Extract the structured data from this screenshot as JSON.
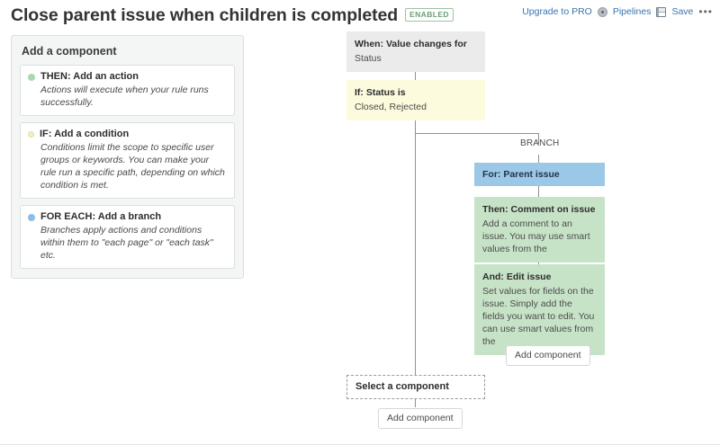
{
  "header": {
    "title": "Close parent issue when children is completed",
    "status_badge": "ENABLED",
    "actions": {
      "upgrade_label": "Upgrade to PRO",
      "pipelines_label": "Pipelines",
      "save_label": "Save",
      "more_label": "•••"
    },
    "icons": {
      "pipelines": "pipelines-icon",
      "save": "save-icon",
      "more": "more-options-icon"
    }
  },
  "add_panel": {
    "title": "Add a component",
    "components": [
      {
        "title": "THEN: Add an action",
        "description": "Actions will execute when your rule runs successfully.",
        "dot_color": "#a9d9b0",
        "dot_name": "green-dot-icon"
      },
      {
        "title": "IF: Add a condition",
        "description": "Conditions limit the scope to specific user groups or keywords. You can make your rule run a specific path, depending on which condition is met.",
        "dot_color": "#f5f0c2",
        "dot_name": "yellow-dot-icon"
      },
      {
        "title": "FOR EACH: Add a branch",
        "description": "Branches apply actions and conditions within them to \"each page\" or \"each task\" etc.",
        "dot_color": "#8ebde4",
        "dot_name": "blue-dot-icon"
      }
    ]
  },
  "flow": {
    "branch_label": "BRANCH",
    "nodes": [
      {
        "key": "when",
        "title": "When: Value changes for",
        "subtitle": "Status",
        "color": "#ebebeb"
      },
      {
        "key": "if",
        "title": "If: Status is",
        "subtitle": "Closed, Rejected",
        "color": "#fcfbdd"
      },
      {
        "key": "for",
        "title": "For: Parent issue",
        "subtitle": "",
        "color": "#9cc8e8"
      },
      {
        "key": "then",
        "title": "Then: Comment on issue",
        "subtitle": "Add a comment to an issue. You may use smart values from the",
        "color": "#c7e3c7"
      },
      {
        "key": "and",
        "title": "And: Edit issue",
        "subtitle": "Set values for fields on the issue. Simply add the fields you want to edit. You can use smart values from the",
        "color": "#c7e3c7"
      }
    ],
    "select_component_label": "Select a component",
    "add_component_branch_label": "Add component",
    "add_component_main_label": "Add component"
  }
}
